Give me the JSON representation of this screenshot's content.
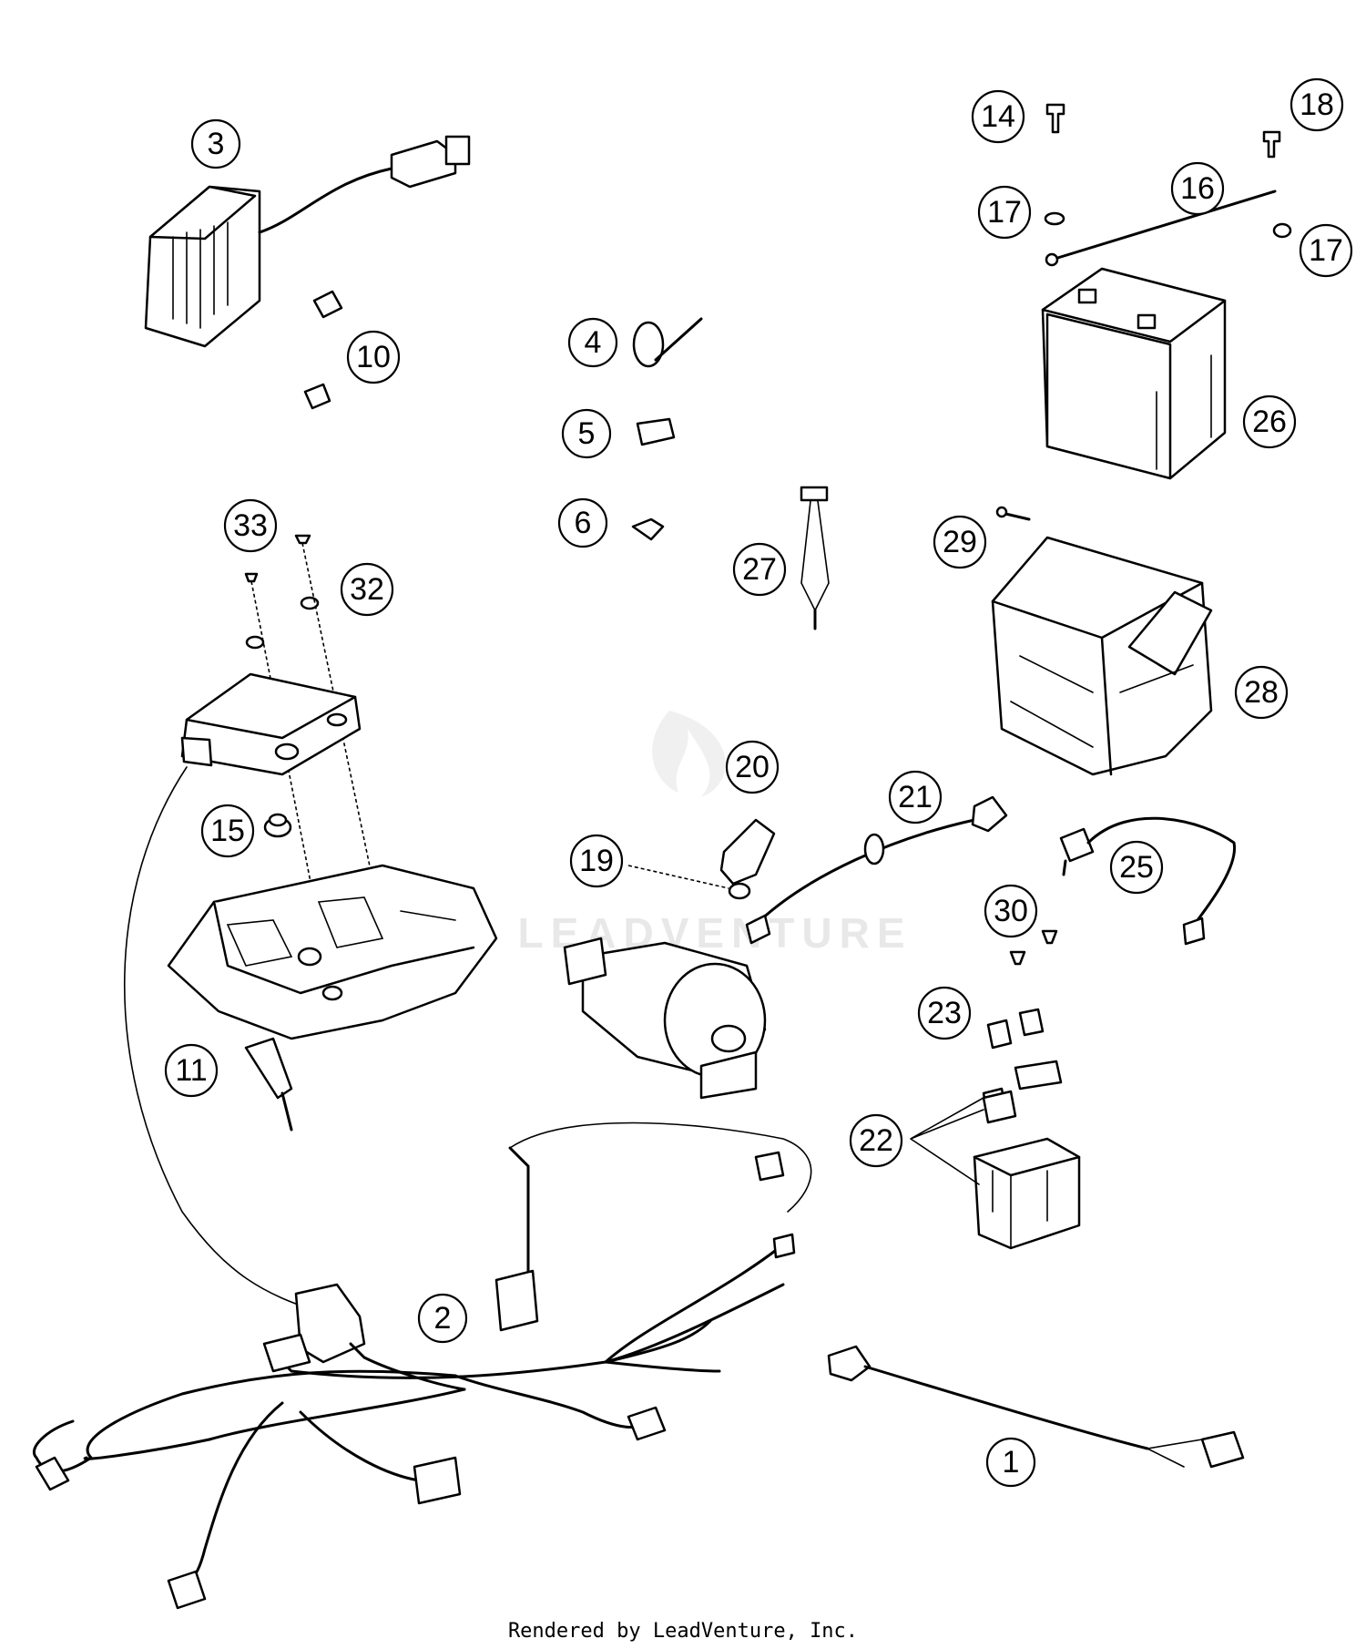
{
  "callouts": [
    "1",
    "2",
    "3",
    "4",
    "5",
    "6",
    "10",
    "11",
    "14",
    "15",
    "16",
    "17",
    "17",
    "18",
    "19",
    "20",
    "21",
    "22",
    "23",
    "25",
    "26",
    "27",
    "28",
    "29",
    "30",
    "32",
    "33"
  ],
  "watermark": "LEADVENTURE",
  "footer": "Rendered by LeadVenture, Inc."
}
